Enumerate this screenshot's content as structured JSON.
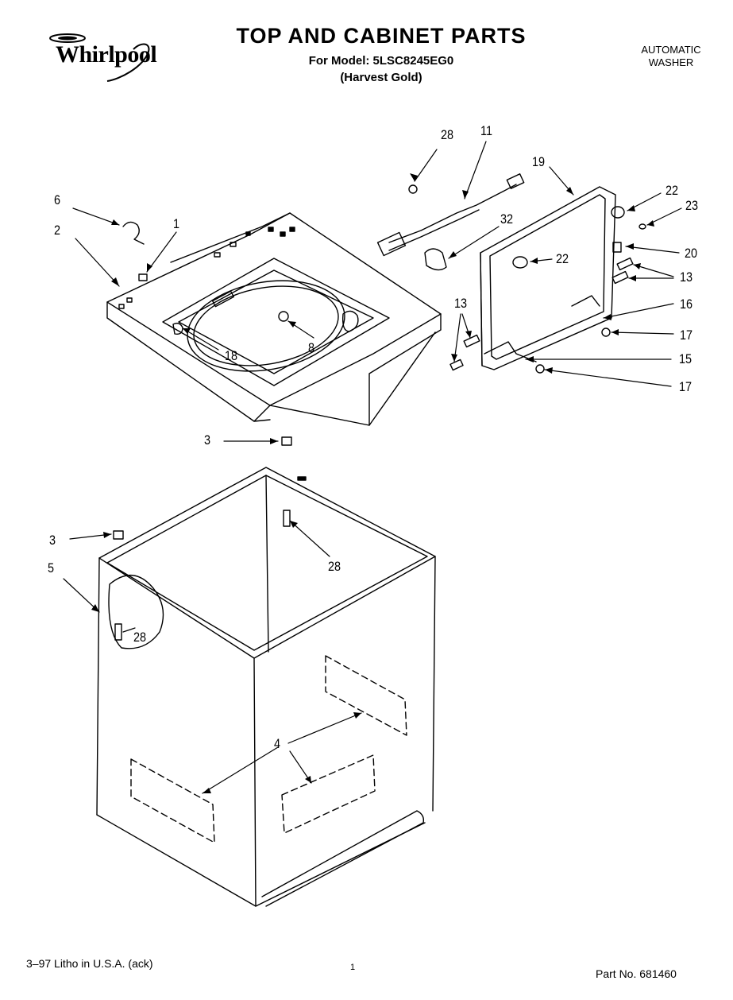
{
  "header": {
    "brand": "Whirlpool",
    "title": "TOP AND CABINET PARTS",
    "model_line": "For Model: 5LSC8245EG0",
    "color_line": "(Harvest Gold)",
    "appliance_type_line1": "AUTOMATIC",
    "appliance_type_line2": "WASHER"
  },
  "callouts": {
    "c28a": "28",
    "c11": "11",
    "c19": "19",
    "c22a": "22",
    "c23": "23",
    "c6": "6",
    "c1": "1",
    "c2": "2",
    "c32": "32",
    "c22b": "22",
    "c20": "20",
    "c13a": "13",
    "c13b": "13",
    "c16": "16",
    "c17a": "17",
    "c8": "8",
    "c18": "18",
    "c15": "15",
    "c17b": "17",
    "c3a": "3",
    "c3b": "3",
    "c28b": "28",
    "c5": "5",
    "c28c": "28",
    "c4": "4"
  },
  "footer": {
    "print_info": "3–97 Litho in U.S.A. (ack)",
    "page": "1",
    "part_no": "Part No. 681460"
  }
}
